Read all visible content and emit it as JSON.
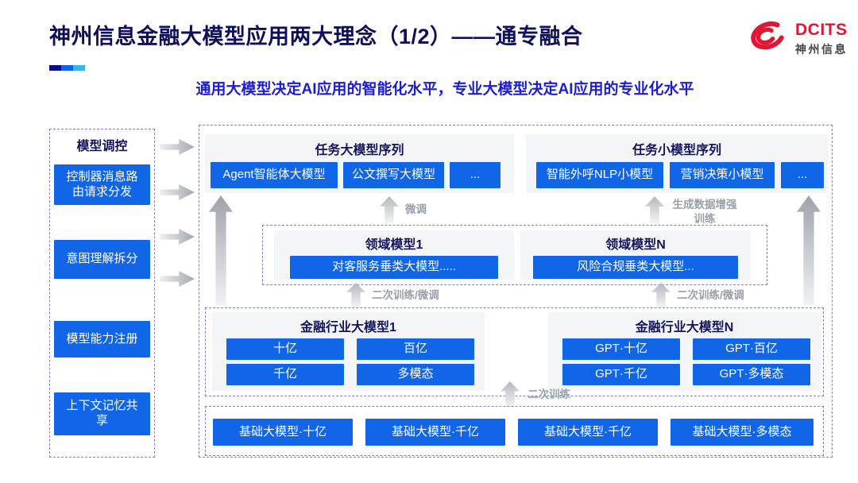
{
  "slide": {
    "title": "神州信息金融大模型应用两大理念（1/2）——通专融合",
    "subtitle": "通用大模型决定AI应用的智能化水平，专业大模型决定AI应用的专业化水平"
  },
  "logo": {
    "name": "DCITS",
    "cn": "神州信息"
  },
  "colors": {
    "box_blue": "#1166e8",
    "navy_text": "#14145e",
    "title_navy": "#10105a",
    "subtitle_blue": "#1c1cd6",
    "logo_red": "#e01732",
    "gray_label": "#99a0a9",
    "accent_segments": [
      "#0b0b8e",
      "#0e62f0",
      "#35b5ea"
    ]
  },
  "sidebar": {
    "header": "模型调控",
    "items": [
      "控制器消息路由请求分发",
      "意图理解拆分",
      "模型能力注册",
      "上下文记忆共享"
    ]
  },
  "task_large": {
    "header": "任务大模型序列",
    "items": [
      "Agent智能体大模型",
      "公文撰写大模型",
      "..."
    ]
  },
  "task_small": {
    "header": "任务小模型序列",
    "items": [
      "智能外呼NLP小模型",
      "营销决策小模型",
      "..."
    ]
  },
  "labels": {
    "finetune": "微调",
    "gen_aug": "生成数据增强训练",
    "retrain_ft_left": "二次训练/微调",
    "retrain_ft_right": "二次训练/微调",
    "retrain": "二次训练"
  },
  "domain1": {
    "header": "领域模型1",
    "item": "对客服务垂类大模型....."
  },
  "domainN": {
    "header": "领域模型N",
    "item": "风险合规垂类大模型..."
  },
  "industry1": {
    "header": "金融行业大模型1",
    "items": [
      "十亿",
      "百亿",
      "千亿",
      "多模态"
    ]
  },
  "industryN": {
    "header": "金融行业大模型N",
    "items": [
      "GPT·十亿",
      "GPT·百亿",
      "GPT·千亿",
      "GPT·多模态"
    ]
  },
  "base": {
    "items": [
      "基础大模型·十亿",
      "基础大模型·千亿",
      "基础大模型·千亿",
      "基础大模型·多模态"
    ]
  }
}
